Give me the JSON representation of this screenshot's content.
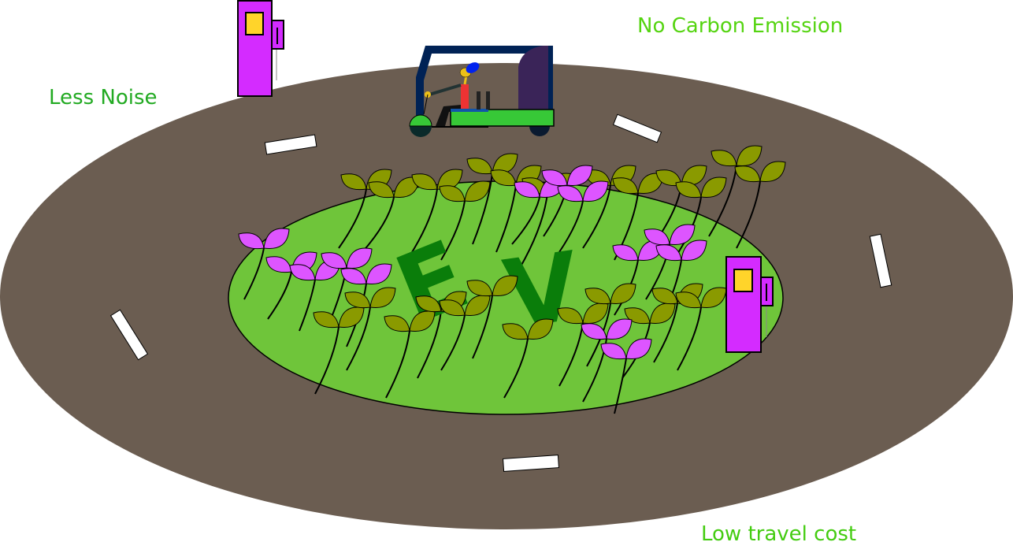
{
  "labels": {
    "no_carbon": "No Carbon Emission",
    "less_noise": "Less Noise",
    "low_cost": "Low travel cost"
  },
  "logo": {
    "letter_e": "E",
    "letter_v": "V"
  },
  "colors": {
    "road": "#6b5d51",
    "grass": "#6fc53a",
    "label_green_light": "#55d411",
    "label_green_dark": "#22aa22",
    "ev_green": "#0a7d0a",
    "charger": "#d42bff",
    "charger_screen": "#ffd42a",
    "leaf_olive": "#8a9a00",
    "leaf_pink": "#dd55ff",
    "vehicle_frame": "#002255",
    "vehicle_body": "#37c837"
  }
}
